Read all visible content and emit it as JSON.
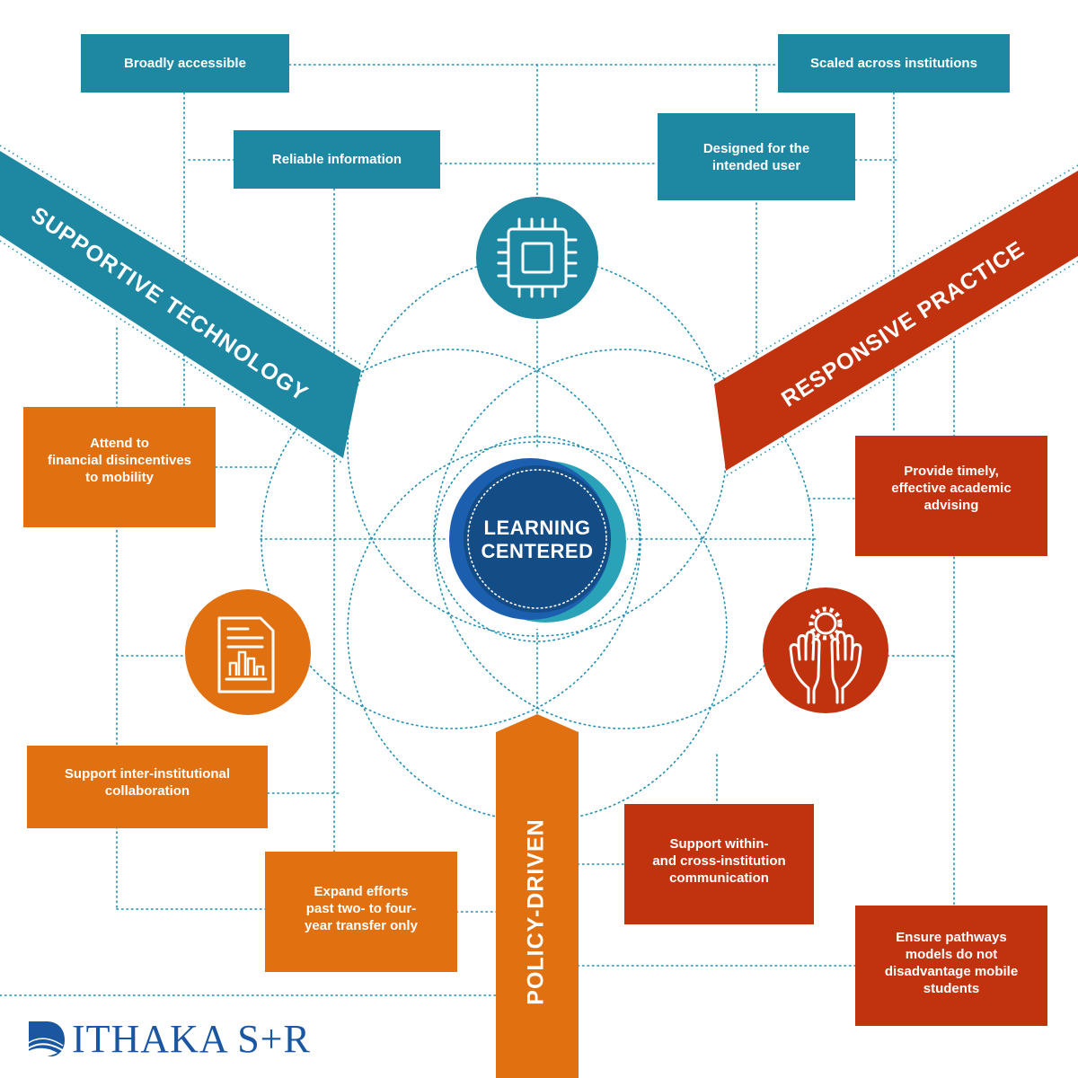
{
  "colors": {
    "teal": "#1e87a2",
    "orange": "#e07010",
    "red": "#c1320f",
    "navy": "#144c86",
    "line": "#1f8fb3",
    "logo": "#1b57a0"
  },
  "bands": {
    "technology": "SUPPORTIVE TECHNOLOGY",
    "practice": "RESPONSIVE PRACTICE",
    "policy": "POLICY-DRIVEN"
  },
  "center": {
    "line1": "LEARNING",
    "line2": "CENTERED"
  },
  "icons": {
    "technology": "microchip-icon",
    "policy": "report-chart-icon",
    "practice": "hands-gear-icon"
  },
  "boxes": {
    "broadly_accessible": "Broadly accessible",
    "scaled": "Scaled across institutions",
    "reliable": "Reliable information",
    "designed": [
      "Designed for the",
      "intended user"
    ],
    "attend": [
      "Attend to",
      "financial disincentives",
      "to mobility"
    ],
    "advising": [
      "Provide timely,",
      "effective academic",
      "advising"
    ],
    "collaboration": [
      "Support inter-institutional",
      "collaboration"
    ],
    "expand": [
      "Expand efforts",
      "past two- to four-",
      "year transfer only"
    ],
    "communication": [
      "Support within-",
      "and cross-institution",
      "communication"
    ],
    "pathways": [
      "Ensure pathways",
      "models do not",
      "disadvantage mobile",
      "students"
    ]
  },
  "logo": {
    "text": "ITHAKA S+R"
  }
}
